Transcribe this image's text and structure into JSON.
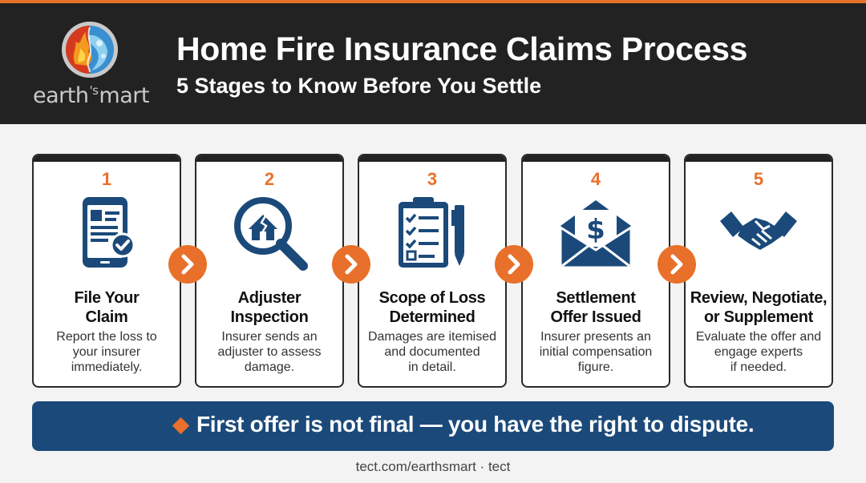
{
  "colors": {
    "accent": "#e8702a",
    "header_bg": "#222222",
    "banner_bg": "#1b4a7a",
    "icon_blue": "#1b4a7a"
  },
  "header": {
    "logo_text_left": "earth",
    "logo_text_mark": "'s",
    "logo_text_right": "mart",
    "title": "Home Fire Insurance Claims Process",
    "subtitle": "5 Stages to Know Before You Settle"
  },
  "stages": [
    {
      "number": "1",
      "icon": "mobile-phone-check-icon",
      "title_line1": "File Your",
      "title_line2": "Claim",
      "desc": [
        "Report the loss to",
        "your insurer",
        "immediately."
      ]
    },
    {
      "number": "2",
      "icon": "house-magnifier-icon",
      "title_line1": "Adjuster",
      "title_line2": "Inspection",
      "desc": [
        "Insurer sends an",
        "adjuster to assess",
        "damage."
      ]
    },
    {
      "number": "3",
      "icon": "clipboard-checklist-icon",
      "title_line1": "Scope of Loss",
      "title_line2": "Determined",
      "desc": [
        "Damages are itemised",
        "and documented",
        "in detail."
      ]
    },
    {
      "number": "4",
      "icon": "envelope-dollar-icon",
      "title_line1": "Settlement",
      "title_line2": "Offer Issued",
      "desc": [
        "Insurer presents an",
        "initial compensation",
        "figure."
      ]
    },
    {
      "number": "5",
      "icon": "handshake-icon",
      "title_line1": "Review, Negotiate,",
      "title_line2": "or Supplement",
      "desc": [
        "Evaluate the offer and",
        "engage experts",
        "if needed."
      ]
    }
  ],
  "arrow_icon": "chevron-right-icon",
  "banner": {
    "icon": "diamond-icon",
    "text": "First offer is not final — you have the right to dispute."
  },
  "footer": {
    "text": "tect.com/earthsmart · tect"
  }
}
